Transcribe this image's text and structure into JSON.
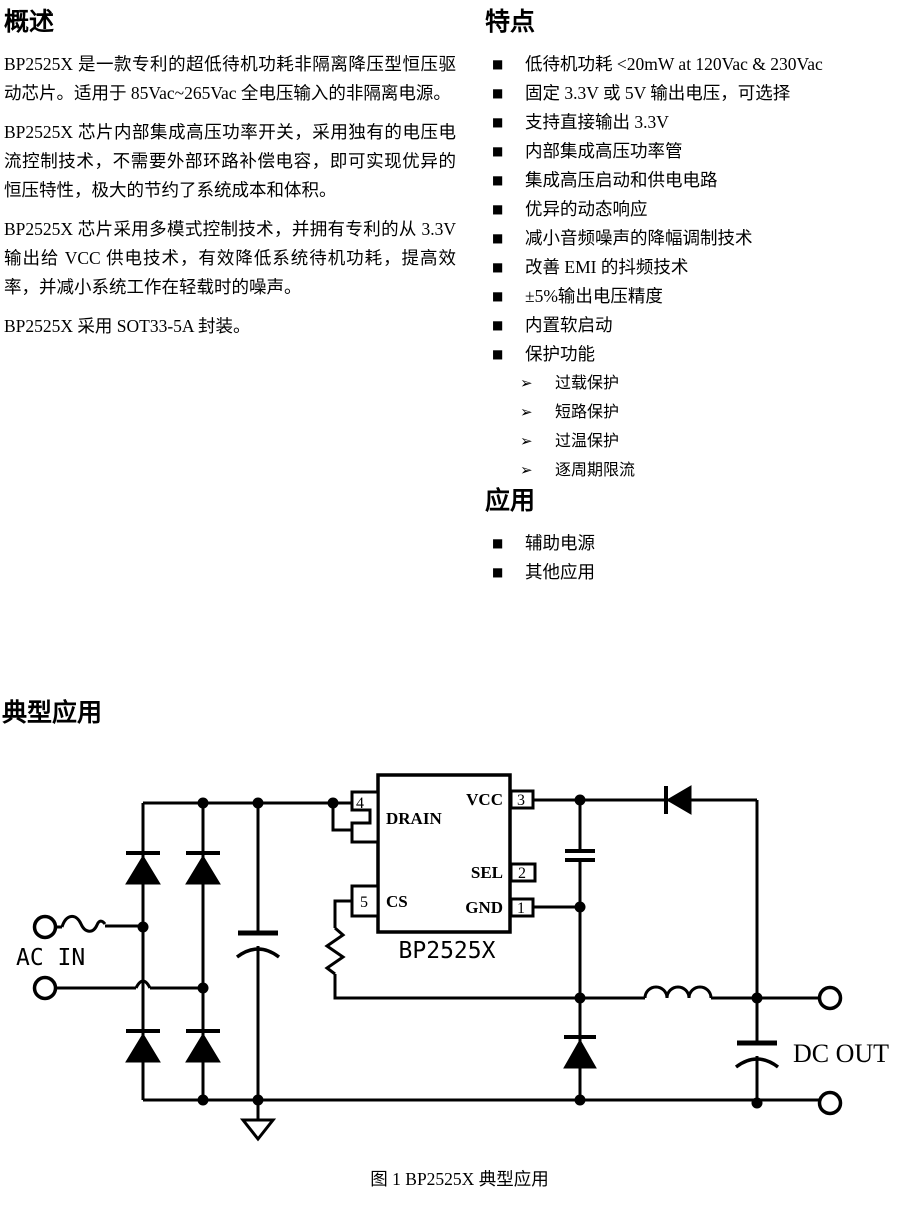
{
  "overview": {
    "heading": "概述",
    "paragraphs": [
      "BP2525X 是一款专利的超低待机功耗非隔离降压型恒压驱动芯片。适用于 85Vac~265Vac 全电压输入的非隔离电源。",
      "BP2525X 芯片内部集成高压功率开关，采用独有的电压电流控制技术，不需要外部环路补偿电容，即可实现优异的恒压特性，极大的节约了系统成本和体积。",
      "BP2525X 芯片采用多模式控制技术，并拥有专利的从 3.3V 输出给 VCC 供电技术，有效降低系统待机功耗，提高效率，并减小系统工作在轻载时的噪声。",
      "BP2525X 采用 SOT33-5A 封装。"
    ]
  },
  "features": {
    "heading": "特点",
    "bullet_char": "■",
    "sub_bullet_char": "➢",
    "items": [
      "低待机功耗 <20mW at 120Vac & 230Vac",
      "固定 3.3V 或 5V 输出电压，可选择",
      "支持直接输出 3.3V",
      "内部集成高压功率管",
      "集成高压启动和供电电路",
      "优异的动态响应",
      "减小音频噪声的降幅调制技术",
      "改善 EMI 的抖频技术",
      "±5%输出电压精度",
      "内置软启动",
      "保护功能"
    ],
    "sub_items": [
      "过载保护",
      "短路保护",
      "过温保护",
      "逐周期限流"
    ]
  },
  "applications": {
    "heading": "应用",
    "items": [
      "辅助电源",
      "其他应用"
    ]
  },
  "typical_application": {
    "heading": "典型应用",
    "caption": "图 1 BP2525X 典型应用",
    "circuit": {
      "ic_name": "BP2525X",
      "ac_in_label": "AC IN",
      "dc_out_label": "DC OUT",
      "pins": {
        "drain": {
          "num": "4",
          "name": "DRAIN"
        },
        "cs": {
          "num": "5",
          "name": "CS"
        },
        "vcc": {
          "num": "3",
          "name": "VCC"
        },
        "sel": {
          "num": "2",
          "name": "SEL"
        },
        "gnd": {
          "num": "1",
          "name": "GND"
        }
      }
    }
  }
}
